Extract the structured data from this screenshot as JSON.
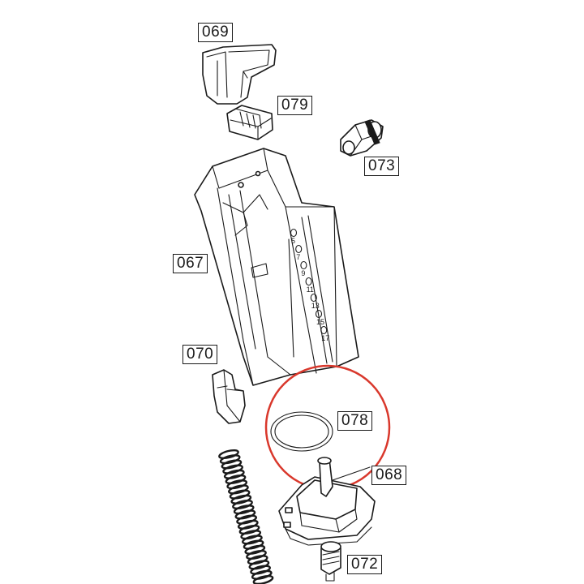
{
  "parts": {
    "p069": "069",
    "p079": "079",
    "p073": "073",
    "p067": "067",
    "p070": "070",
    "p078": "078",
    "p068": "068",
    "p072": "072"
  },
  "round_counts": [
    "5",
    "7",
    "9",
    "11",
    "13",
    "15",
    "17"
  ],
  "highlight_color": "#d9382c",
  "highlighted_part": "078"
}
